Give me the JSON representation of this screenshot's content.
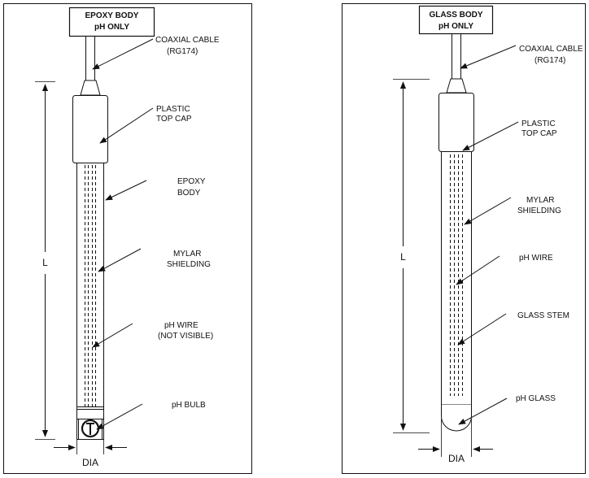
{
  "epoxy": {
    "title_line1": "EPOXY BODY",
    "title_line2": "pH ONLY",
    "labels": {
      "coax_1": "COAXIAL CABLE",
      "coax_2": "(RG174)",
      "cap_1": "PLASTIC",
      "cap_2": "TOP CAP",
      "body_1": "EPOXY",
      "body_2": "BODY",
      "mylar_1": "MYLAR",
      "mylar_2": "SHIELDING",
      "wire_1": "pH WIRE",
      "wire_2": "(NOT VISIBLE)",
      "bulb": "pH BULB"
    },
    "length_label": "L",
    "dia_label": "DIA"
  },
  "glass": {
    "title_line1": "GLASS BODY",
    "title_line2": "pH ONLY",
    "labels": {
      "coax_1": "COAXIAL CABLE",
      "coax_2": "(RG174)",
      "cap_1": "PLASTIC",
      "cap_2": "TOP CAP",
      "mylar_1": "MYLAR",
      "mylar_2": "SHIELDING",
      "wire": "pH WIRE",
      "stem": "GLASS STEM",
      "glass": "pH GLASS"
    },
    "length_label": "L",
    "dia_label": "DIA"
  }
}
